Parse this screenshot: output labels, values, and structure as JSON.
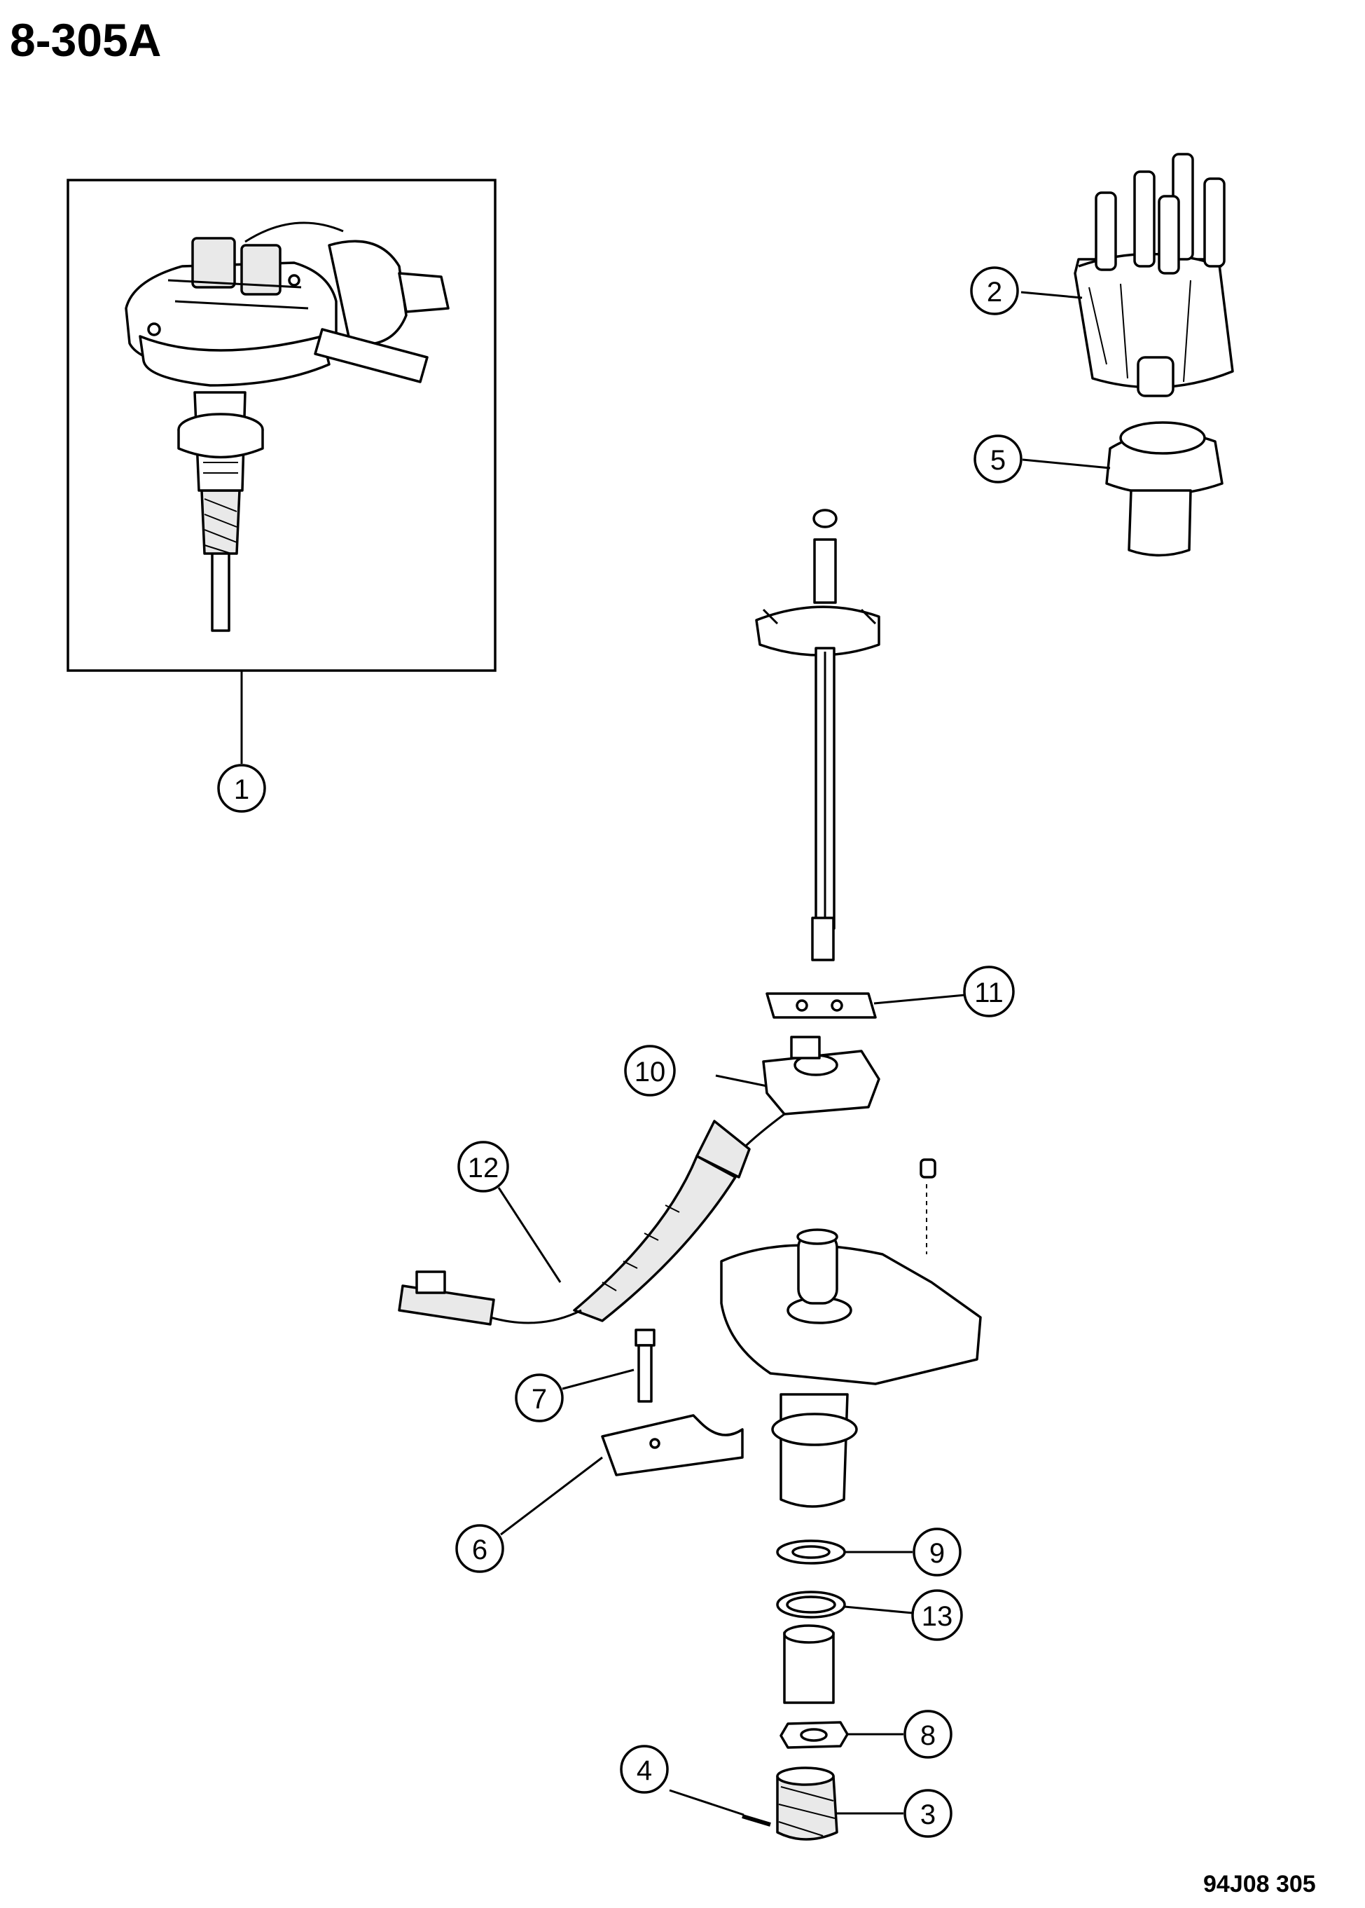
{
  "header": {
    "page_code": "8-305A"
  },
  "footer": {
    "figure_ref": "94J08 305"
  },
  "callouts": [
    {
      "id": "1",
      "label": "1"
    },
    {
      "id": "2",
      "label": "2"
    },
    {
      "id": "3",
      "label": "3"
    },
    {
      "id": "4",
      "label": "4"
    },
    {
      "id": "5",
      "label": "5"
    },
    {
      "id": "6",
      "label": "6"
    },
    {
      "id": "7",
      "label": "7"
    },
    {
      "id": "8",
      "label": "8"
    },
    {
      "id": "9",
      "label": "9"
    },
    {
      "id": "10",
      "label": "10"
    },
    {
      "id": "11",
      "label": "11"
    },
    {
      "id": "12",
      "label": "12"
    },
    {
      "id": "13",
      "label": "13"
    }
  ]
}
